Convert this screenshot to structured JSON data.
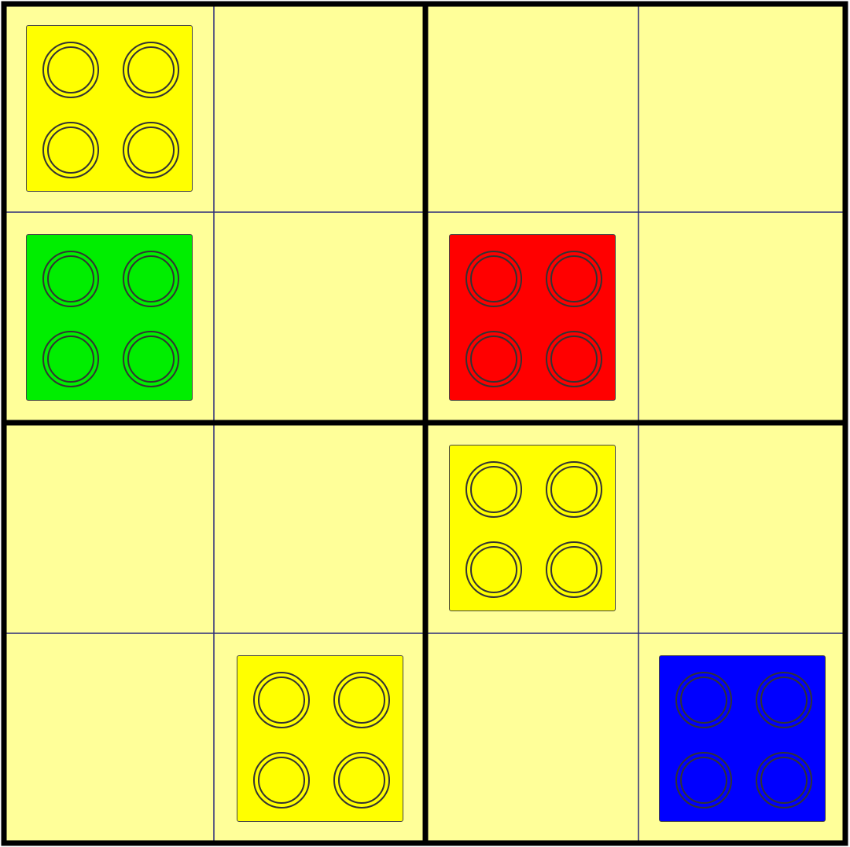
{
  "board": {
    "rows": 4,
    "cols": 4,
    "box_rows": 2,
    "box_cols": 2,
    "cell_color": "#ffff99",
    "thin_line_color": "#2a2a7a",
    "thick_line_color": "#000000",
    "bricks": [
      {
        "row": 0,
        "col": 0,
        "color": "yellow",
        "hex": "#ffff00"
      },
      {
        "row": 1,
        "col": 0,
        "color": "green",
        "hex": "#00ee00"
      },
      {
        "row": 1,
        "col": 2,
        "color": "red",
        "hex": "#ff0000"
      },
      {
        "row": 2,
        "col": 2,
        "color": "yellow",
        "hex": "#ffff00"
      },
      {
        "row": 3,
        "col": 1,
        "color": "yellow",
        "hex": "#ffff00"
      },
      {
        "row": 3,
        "col": 3,
        "color": "blue",
        "hex": "#0000ff"
      }
    ]
  }
}
